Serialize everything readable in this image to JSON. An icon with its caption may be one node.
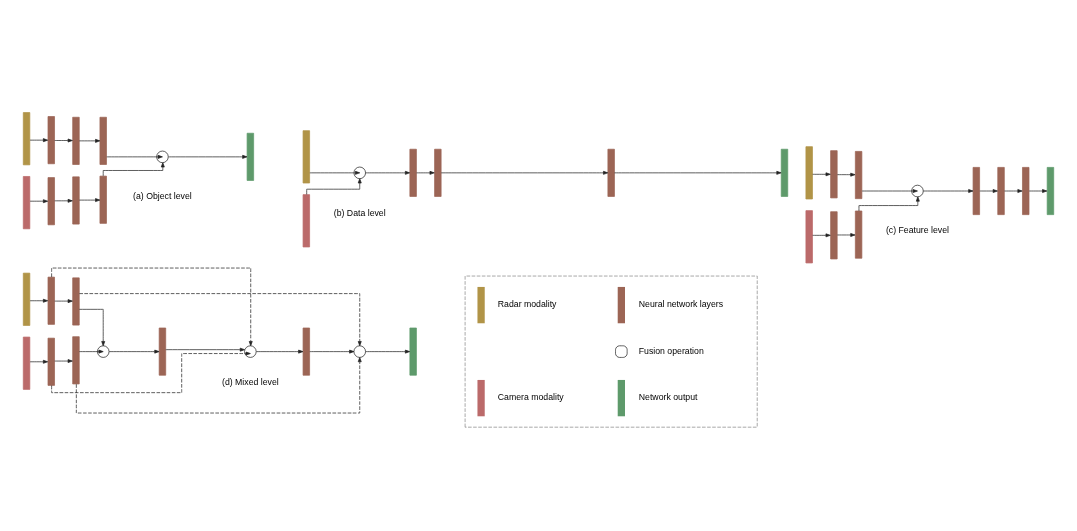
{
  "diagram": {
    "nodes": [
      {
        "text": [],
        "shape": "bar"
      },
      {
        "text": [],
        "shape": "bar"
      },
      {
        "text": [],
        "shape": "bar"
      },
      {
        "text": [],
        "shape": "bar"
      },
      {
        "text": [],
        "shape": "circle"
      },
      {
        "text": [],
        "shape": "bar"
      },
      {
        "text": [],
        "shape": "bar"
      },
      {
        "text": [],
        "shape": "bar"
      },
      {
        "text": [],
        "shape": "bar"
      },
      {
        "text": [],
        "shape": "bar"
      },
      {
        "text": [],
        "shape": "bar"
      },
      {
        "text": [],
        "shape": "circle"
      },
      {
        "text": [],
        "shape": "bar"
      },
      {
        "text": [],
        "shape": "bar"
      },
      {
        "text": [],
        "shape": "bar"
      },
      {
        "text": [],
        "shape": "bar"
      },
      {
        "text": [],
        "shape": "bar"
      },
      {
        "text": [],
        "shape": "bar"
      },
      {
        "text": [],
        "shape": "bar"
      },
      {
        "text": [],
        "shape": "bar"
      },
      {
        "text": [],
        "shape": "circle"
      },
      {
        "text": [],
        "shape": "bar"
      },
      {
        "text": [],
        "shape": "bar"
      },
      {
        "text": [],
        "shape": "bar"
      },
      {
        "text": [],
        "shape": "bar"
      },
      {
        "text": [],
        "shape": "bar"
      },
      {
        "text": [],
        "shape": "bar"
      },
      {
        "text": [],
        "shape": "bar"
      },
      {
        "text": [],
        "shape": "bar"
      },
      {
        "text": [],
        "shape": "bar"
      },
      {
        "text": [],
        "shape": "bar"
      },
      {
        "text": [],
        "shape": "circle"
      },
      {
        "text": [],
        "shape": "bar"
      },
      {
        "text": [],
        "shape": "circle"
      },
      {
        "text": [],
        "shape": "bar"
      },
      {
        "text": [],
        "shape": "circle"
      },
      {
        "text": [],
        "shape": "bar"
      },
      {
        "text": [],
        "shape": "bar"
      },
      {
        "text": [],
        "shape": "bar"
      },
      {
        "text": [],
        "shape": "bar"
      }
    ],
    "edges": [
      {
        "from": 0,
        "to": 1,
        "arrow": "to"
      },
      {
        "from": 1,
        "to": 2,
        "arrow": "to"
      },
      {
        "from": 2,
        "to": 3,
        "arrow": "to"
      },
      {
        "from": 3,
        "to": 4,
        "arrow": "to"
      },
      {
        "from": 4,
        "to": 5,
        "arrow": "to"
      },
      {
        "from": 6,
        "to": 7,
        "arrow": "to"
      },
      {
        "from": 7,
        "to": 8,
        "arrow": "to"
      },
      {
        "from": 8,
        "to": 9,
        "arrow": "to"
      },
      {
        "from": 9,
        "to": 4,
        "arrow": "to"
      },
      {
        "from": 10,
        "to": 11,
        "arrow": "to"
      },
      {
        "from": 11,
        "to": 12,
        "arrow": "to"
      },
      {
        "from": 12,
        "to": 13,
        "arrow": "to"
      },
      {
        "from": 13,
        "to": 14,
        "arrow": "to"
      },
      {
        "from": 14,
        "to": 15,
        "arrow": "to"
      },
      {
        "from": 16,
        "to": 11,
        "arrow": "to"
      },
      {
        "from": 17,
        "to": 18,
        "arrow": "to"
      },
      {
        "from": 18,
        "to": 19,
        "arrow": "to"
      },
      {
        "from": 19,
        "to": 20,
        "arrow": "to"
      },
      {
        "from": 20,
        "to": 21,
        "arrow": "to"
      },
      {
        "from": 21,
        "to": 22,
        "arrow": "to"
      },
      {
        "from": 22,
        "to": 23,
        "arrow": "to"
      },
      {
        "from": 23,
        "to": 24,
        "arrow": "to"
      },
      {
        "from": 25,
        "to": 26,
        "arrow": "to"
      },
      {
        "from": 26,
        "to": 27,
        "arrow": "to"
      },
      {
        "from": 27,
        "to": 20,
        "arrow": "to"
      },
      {
        "from": 28,
        "to": 29,
        "arrow": "to"
      },
      {
        "from": 29,
        "to": 30,
        "arrow": "to"
      },
      {
        "from": 30,
        "to": 31,
        "arrow": "to"
      },
      {
        "from": 31,
        "to": 32,
        "arrow": "to"
      },
      {
        "from": 32,
        "to": 33,
        "arrow": "to"
      },
      {
        "from": 33,
        "to": 34,
        "arrow": "to"
      },
      {
        "from": 34,
        "to": 35,
        "arrow": "to"
      },
      {
        "from": 35,
        "to": 36,
        "arrow": "to"
      },
      {
        "from": 37,
        "to": 38,
        "arrow": "to"
      },
      {
        "from": 38,
        "to": 39,
        "arrow": "to"
      },
      {
        "from": 39,
        "to": 31,
        "arrow": "to"
      },
      {
        "from": 29,
        "to": 33,
        "arrow": "to",
        "style": "dashed"
      },
      {
        "from": 38,
        "to": 33,
        "arrow": "to",
        "style": "dashed"
      },
      {
        "from": 30,
        "to": 35,
        "arrow": "to",
        "style": "dashed"
      },
      {
        "from": 39,
        "to": 35,
        "arrow": "to",
        "style": "dashed"
      }
    ],
    "labels": [
      "(a) Object level",
      "(b) Data level",
      "(c) Feature level",
      "(d) Mixed level"
    ],
    "legend": [
      {
        "text": "Radar modality",
        "color": "#b19447"
      },
      {
        "text": "Neural network layers",
        "color": "#9c6555"
      },
      {
        "text": "Fusion operation"
      },
      {
        "text": "Camera modality",
        "color": "#bb6a6a"
      },
      {
        "text": "Network output",
        "color": "#5e9a6b"
      }
    ]
  }
}
